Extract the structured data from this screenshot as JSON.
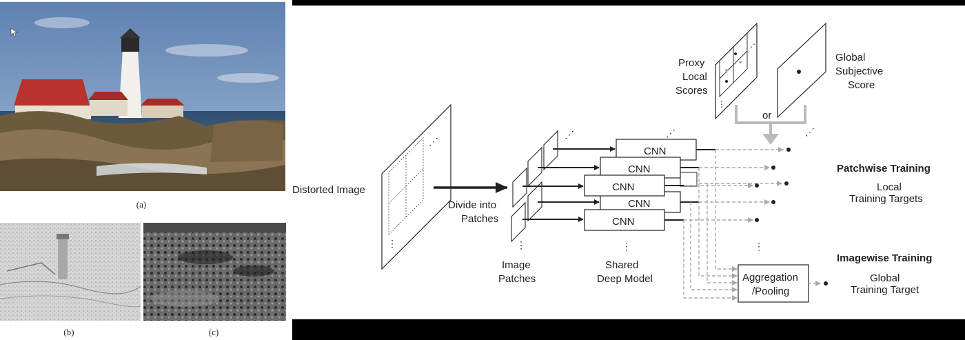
{
  "captions": {
    "a": "(a)",
    "b": "(b)",
    "c": "(c)"
  },
  "diagram": {
    "distorted_image": "Distorted Image",
    "divide_line1": "Divide into",
    "divide_line2": "Patches",
    "image_patches_line1": "Image",
    "image_patches_line2": "Patches",
    "shared_model_line1": "Shared",
    "shared_model_line2": "Deep Model",
    "cnn_label": "CNN",
    "proxy_line1": "Proxy",
    "proxy_line2": "Local",
    "proxy_line3": "Scores",
    "global_line1": "Global",
    "global_line2": "Subjective",
    "global_line3": "Score",
    "or_label": "or",
    "patchwise_title": "Patchwise Training",
    "local_targets_line1": "Local",
    "local_targets_line2": "Training Targets",
    "imagewise_title": "Imagewise Training",
    "aggregation_line1": "Aggregation",
    "aggregation_line2": "/Pooling",
    "global_target_line1": "Global",
    "global_target_line2": "Training Target"
  },
  "colors": {
    "dashed_arrow": "#aaaaaa",
    "line": "#222222",
    "sky": "#7a99c0",
    "sea": "#3c5a78"
  }
}
